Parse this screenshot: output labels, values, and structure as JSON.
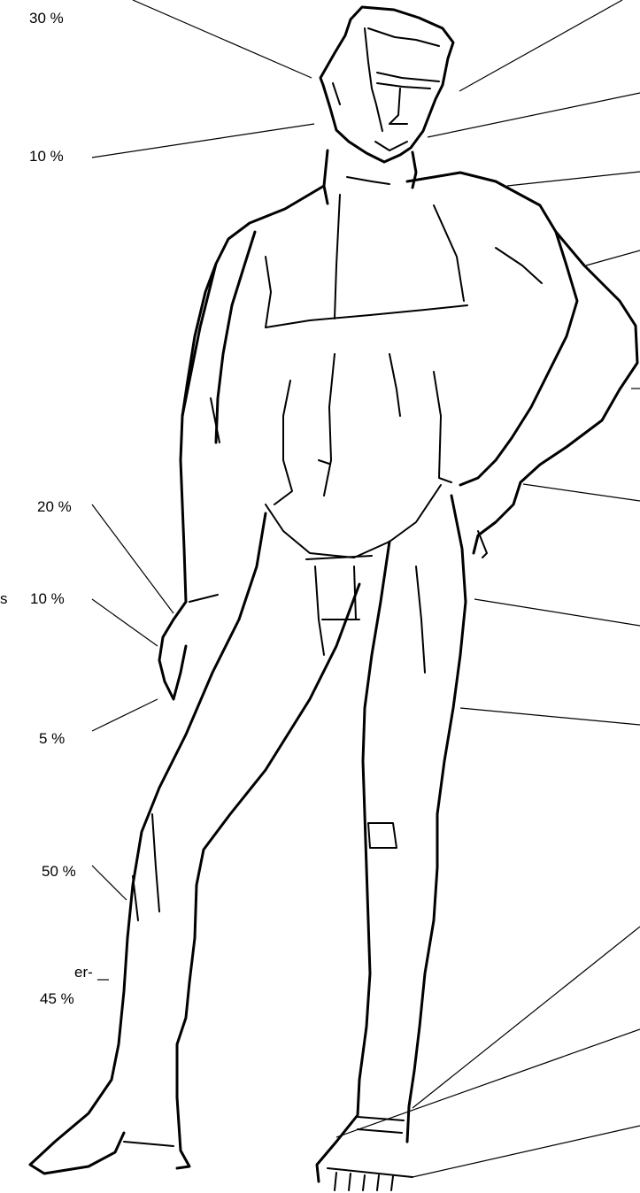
{
  "labels": {
    "head_top": "30 %",
    "neck": "10 %",
    "hand_upper": "20 %",
    "hand_mid": "10 %",
    "hand_low": "5 %",
    "calf_upper": "50 %",
    "calf_lower": "45 %",
    "cut_text_1": "s",
    "cut_text_2": "er-"
  }
}
